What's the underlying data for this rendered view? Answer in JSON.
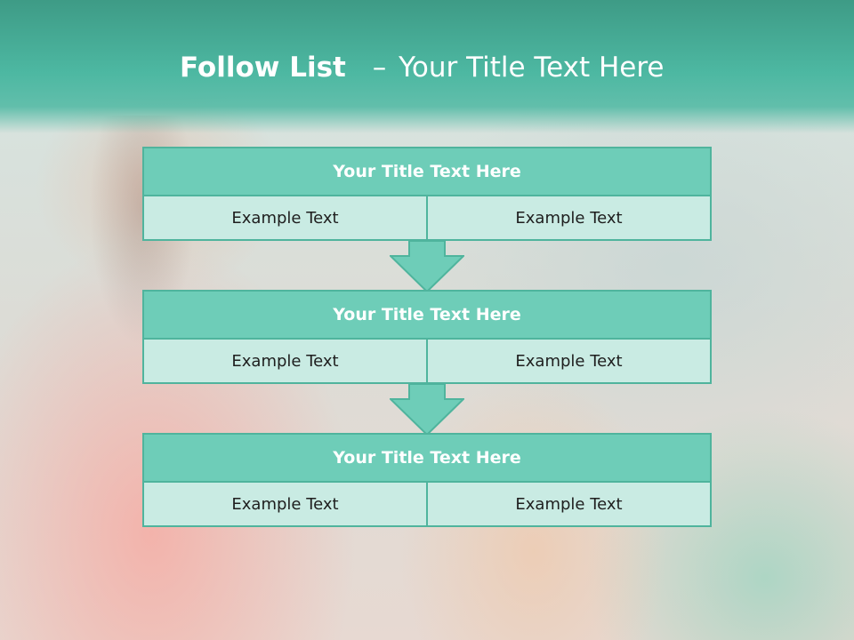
{
  "slide": {
    "title_bold": "Follow List",
    "title_dash": "–",
    "title_rest": "Your Title Text Here"
  },
  "blocks": [
    {
      "title": "Your Title Text Here",
      "left": "Example Text",
      "right": "Example Text"
    },
    {
      "title": "Your Title Text Here",
      "left": "Example Text",
      "right": "Example Text"
    },
    {
      "title": "Your Title Text Here",
      "left": "Example Text",
      "right": "Example Text"
    }
  ],
  "colors": {
    "header": "#4db8a2",
    "block_title": "#6ecdb8",
    "block_cell": "#c9ebe3",
    "border": "#4fb49d"
  }
}
